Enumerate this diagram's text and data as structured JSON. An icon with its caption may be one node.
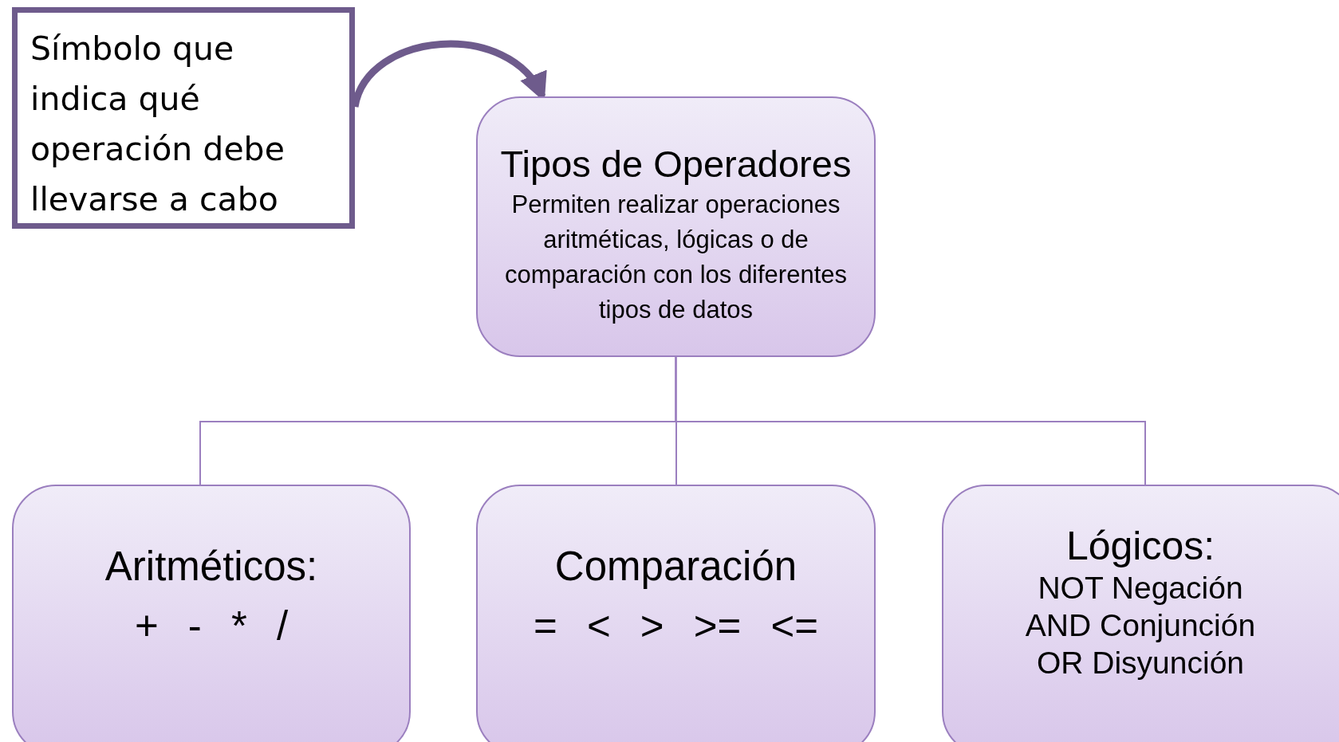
{
  "diagram": {
    "nodes": [
      {
        "text": [
          "Símbolo que indica qué operación debe llevarse a cabo"
        ]
      },
      {
        "text": [
          "Tipos de Operadores",
          "Permiten realizar operaciones aritméticas, lógicas o de comparación con los diferentes tipos de datos"
        ]
      },
      {
        "text": [
          "Aritméticos:",
          "+ - * /"
        ]
      },
      {
        "text": [
          "Comparación",
          "= < > >= <="
        ]
      },
      {
        "text": [
          "Lógicos:",
          "NOT Negación",
          "AND Conjunción",
          "OR Disyunción"
        ]
      }
    ],
    "edges": [
      {
        "from": 0,
        "to": 1,
        "arrow": "to",
        "style": "thick",
        "color": "#6e5b8c"
      },
      {
        "from": 1,
        "to": 2,
        "arrow": "none"
      },
      {
        "from": 1,
        "to": 3,
        "arrow": "none"
      },
      {
        "from": 1,
        "to": 4,
        "arrow": "none"
      }
    ]
  }
}
